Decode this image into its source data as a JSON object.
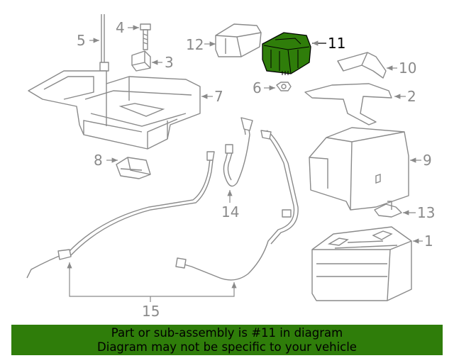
{
  "diagram": {
    "highlight_color": "#2f7d0a",
    "callouts": {
      "c1": "1",
      "c2": "2",
      "c3": "3",
      "c4": "4",
      "c5": "5",
      "c6": "6",
      "c7": "7",
      "c8": "8",
      "c9": "9",
      "c10": "10",
      "c11": "11",
      "c12": "12",
      "c13": "13",
      "c14": "14",
      "c15": "15"
    },
    "highlighted_callout": "11"
  },
  "banner": {
    "line1": "Part or sub-assembly is #11 in diagram",
    "line2": "Diagram may not be specific to your vehicle"
  }
}
